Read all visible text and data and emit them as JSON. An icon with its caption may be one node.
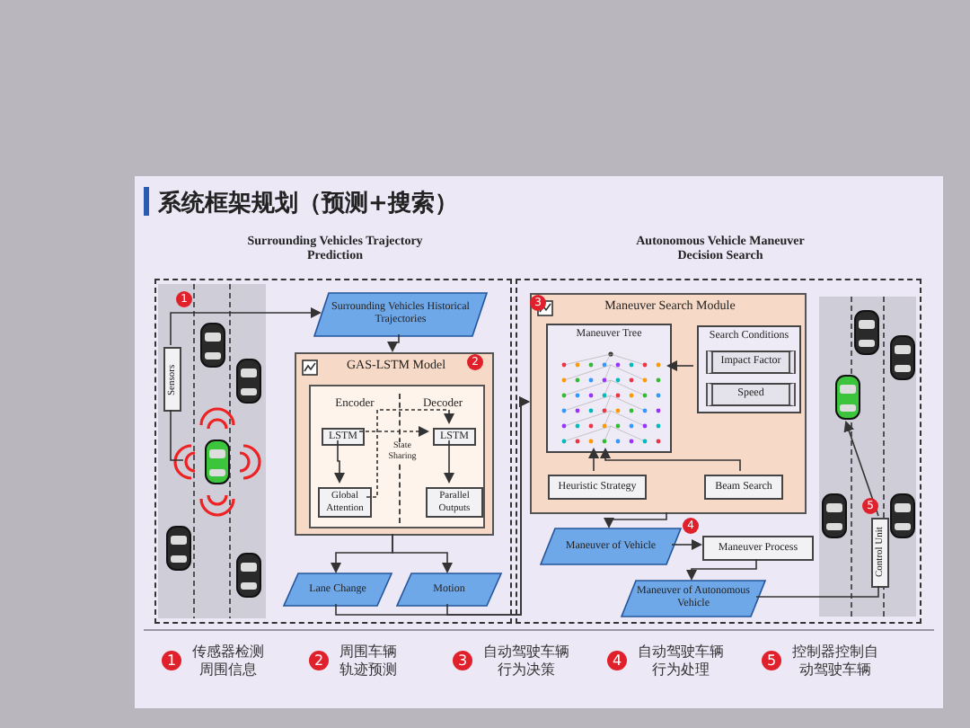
{
  "diagram": {
    "title": "系统框架规划（预测+搜索）",
    "nodes": [
      {
        "text": [
          "Surrounding Vehicles Trajectory Prediction"
        ]
      },
      {
        "text": [
          "Autonomous Vehicle Maneuver Decision Search"
        ]
      },
      {
        "text": [],
        "shape": "picture",
        "in": 0
      },
      {
        "text": [
          "Sensors"
        ],
        "in": 0
      },
      {
        "text": [
          "Surrounding Vehicles Historical Trajectories"
        ],
        "in": 0
      },
      {
        "text": [
          "GAS-LSTM Model"
        ],
        "in": 0
      },
      {
        "text": [
          "Encoder",
          "Decoder"
        ],
        "in": 5
      },
      {
        "text": [
          "LSTM"
        ],
        "in": 6
      },
      {
        "text": [
          "LSTM"
        ],
        "in": 6
      },
      {
        "text": [
          "Global Attention"
        ],
        "in": 6
      },
      {
        "text": [
          "Parallel Outputs"
        ],
        "in": 6
      },
      {
        "text": [
          "Lane Change"
        ],
        "in": 0
      },
      {
        "text": [
          "Motion"
        ],
        "in": 0
      },
      {
        "text": [
          "Maneuver Search Module"
        ],
        "in": 1
      },
      {
        "text": [
          "Maneuver Tree"
        ],
        "in": 13
      },
      {
        "text": [
          "Search Conditions"
        ],
        "in": 13
      },
      {
        "text": [
          "Impact Factor"
        ],
        "in": 15
      },
      {
        "text": [
          "Speed"
        ],
        "in": 15
      },
      {
        "text": [
          "Heuristic Strategy"
        ],
        "in": 13
      },
      {
        "text": [
          "Beam Search"
        ],
        "in": 13
      },
      {
        "text": [
          "Maneuver of Vehicle"
        ],
        "in": 1
      },
      {
        "text": [
          "Maneuver Process"
        ],
        "in": 1
      },
      {
        "text": [
          "Maneuver of Autonomous Vehicle"
        ],
        "in": 1
      },
      {
        "text": [
          "Control Unit"
        ],
        "in": 1
      },
      {
        "text": [],
        "shape": "picture",
        "in": 1
      }
    ],
    "edges": [
      {
        "from": 2,
        "to": 3,
        "arrow": "none"
      },
      {
        "from": 3,
        "to": 4,
        "arrow": "to"
      },
      {
        "from": 4,
        "to": 5,
        "arrow": "to"
      },
      {
        "from": 5,
        "to": 11,
        "arrow": "to"
      },
      {
        "from": 5,
        "to": 12,
        "arrow": "to"
      },
      {
        "from": 7,
        "to": 9,
        "arrow": "to"
      },
      {
        "from": 8,
        "to": 10,
        "arrow": "to"
      },
      {
        "from": 7,
        "to": 8,
        "arrow": "to",
        "label": "State Sharing",
        "style": "dashed"
      },
      {
        "from": 9,
        "to": 8,
        "arrow": "to",
        "style": "dashed"
      },
      {
        "from": 11,
        "to": 13,
        "arrow": "to"
      },
      {
        "from": 12,
        "to": 13,
        "arrow": "to"
      },
      {
        "from": 15,
        "to": 14,
        "arrow": "to"
      },
      {
        "from": 18,
        "to": 14,
        "arrow": "to"
      },
      {
        "from": 19,
        "to": 14,
        "arrow": "to"
      },
      {
        "from": 13,
        "to": 20,
        "arrow": "to"
      },
      {
        "from": 20,
        "to": 21,
        "arrow": "to"
      },
      {
        "from": 21,
        "to": 22,
        "arrow": "to"
      },
      {
        "from": 22,
        "to": 23,
        "arrow": "none"
      },
      {
        "from": 23,
        "to": 24,
        "arrow": "to"
      }
    ],
    "labels": [
      "1",
      "2",
      "3",
      "4",
      "5",
      "1",
      "传感器检测周围信息",
      "2",
      "周围车辆轨迹预测",
      "3",
      "自动驾驶车辆行为决策",
      "4",
      "自动驾驶车辆行为处理",
      "5",
      "控制器控制自动驾驶车辆"
    ]
  }
}
